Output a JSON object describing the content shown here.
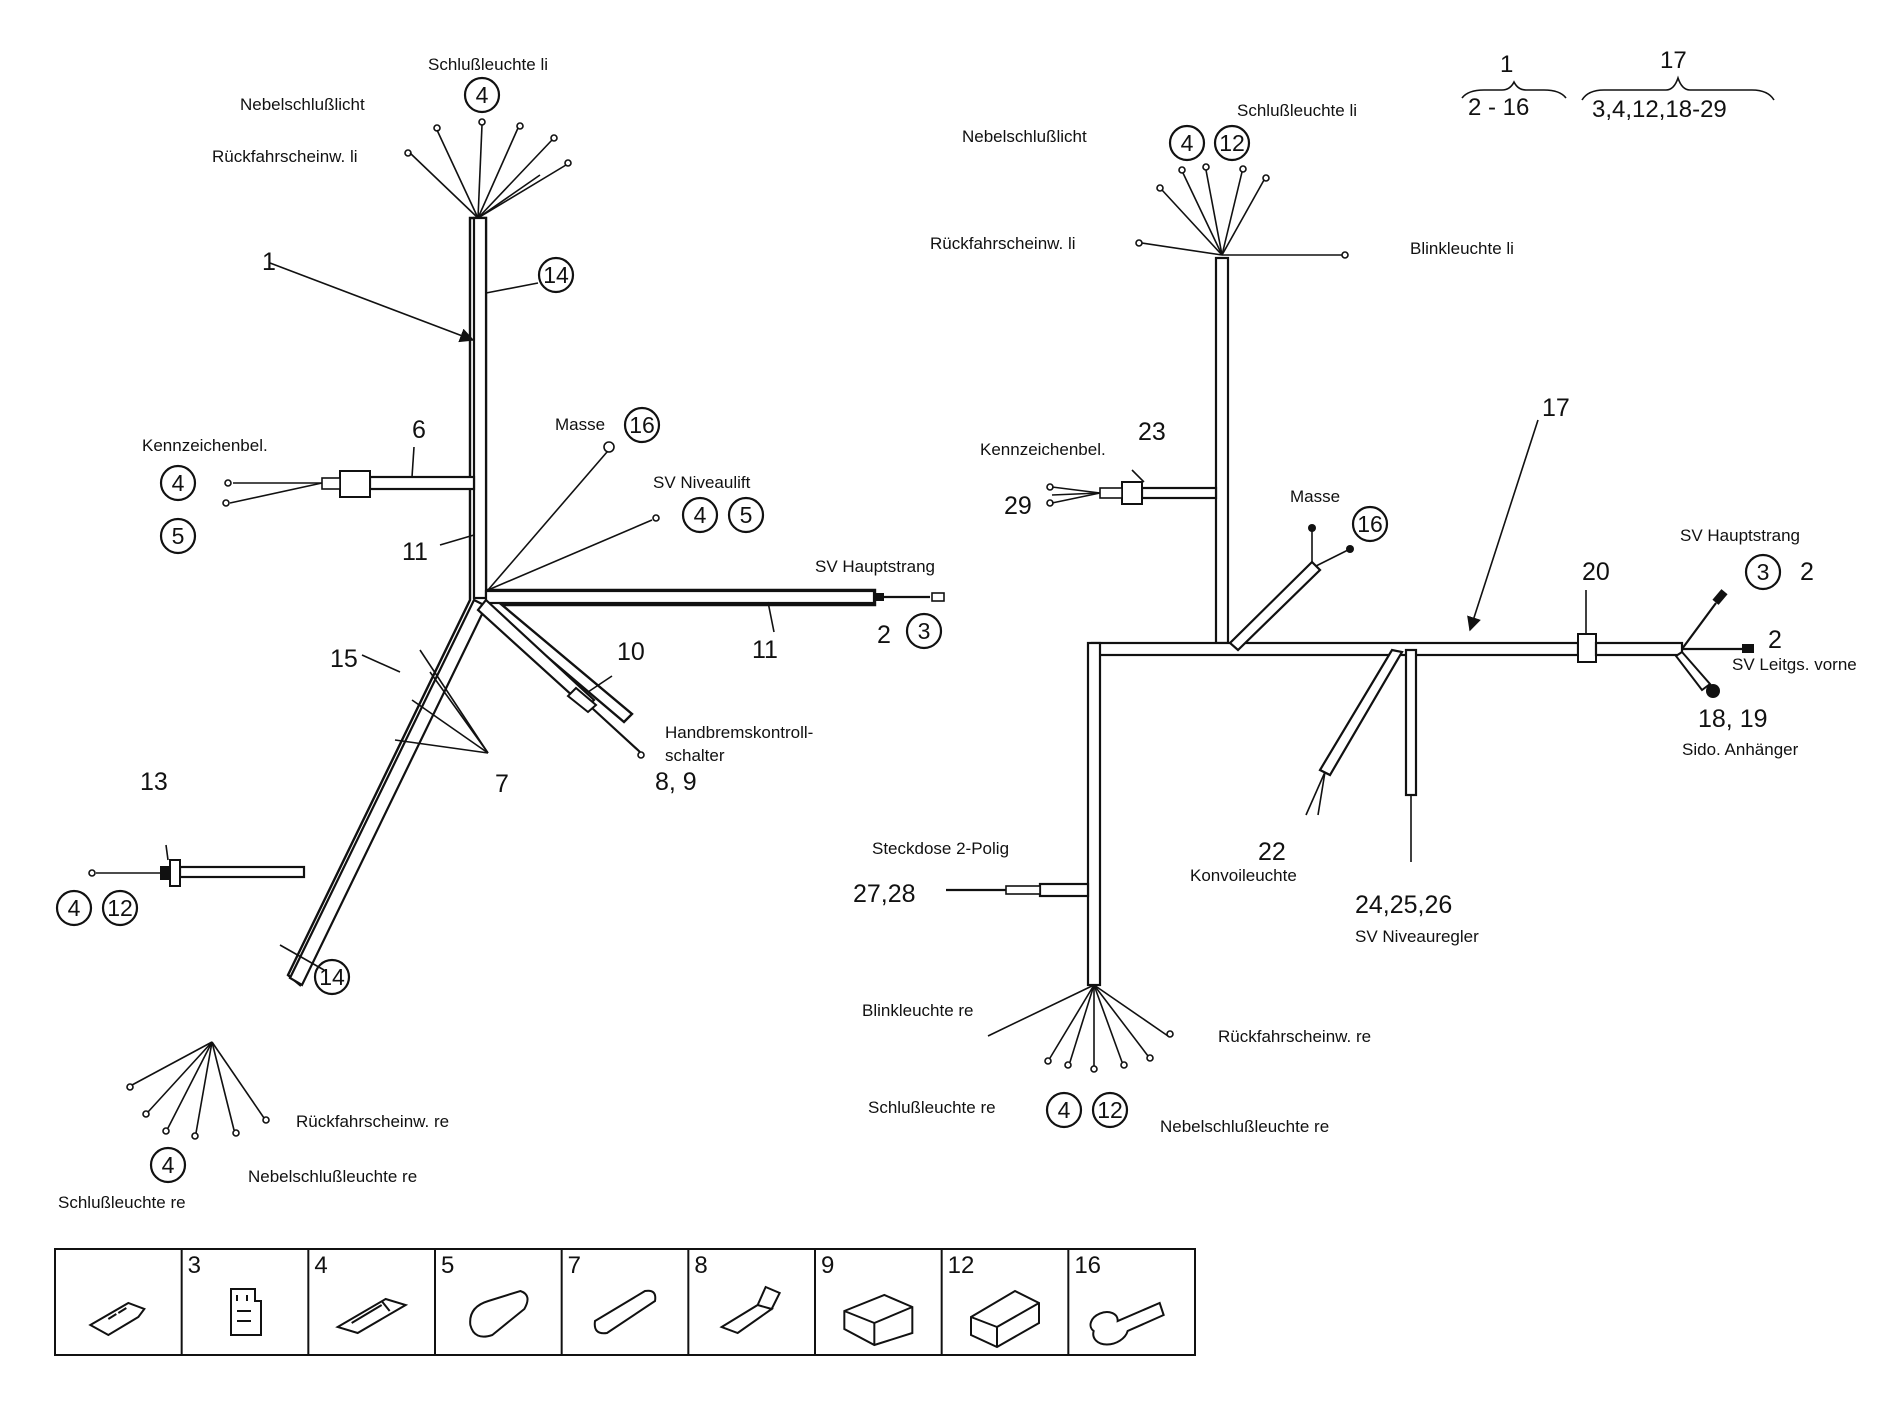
{
  "left": {
    "labels": {
      "schlussleuchte_li": "Schlußleuchte li",
      "nebelschlusslicht": "Nebelschlußlicht",
      "rueckfahrscheinw_li": "Rückfahrscheinw. li",
      "kennzeichenbel": "Kennzeichenbel.",
      "masse": "Masse",
      "sv_niveaulift": "SV Niveaulift",
      "sv_hauptstrang": "SV Hauptstrang",
      "handbrems_1": "Handbremskontroll-",
      "handbrems_2": "schalter",
      "rueckfahrscheinw_re": "Rückfahrscheinw. re",
      "nebelschlussleuchte_re": "Nebelschlußleuchte re",
      "schlussleuchte_re": "Schlußleuchte re"
    },
    "numbers": {
      "n1": "1",
      "n6": "6",
      "n11a": "11",
      "n11b": "11",
      "n10": "10",
      "n15": "15",
      "n7": "7",
      "n13": "13",
      "n2": "2",
      "n89": "8, 9"
    },
    "circled": {
      "c4_top": "4",
      "c14_top": "14",
      "c4_kz": "4",
      "c5_kz": "5",
      "c16": "16",
      "c4_niv": "4",
      "c5_niv": "5",
      "c3_hs": "3",
      "c4_13": "4",
      "c12_13": "12",
      "c14_bot": "14",
      "c4_bot": "4"
    }
  },
  "right": {
    "labels": {
      "schlussleuchte_li": "Schlußleuchte li",
      "nebelschlusslicht": "Nebelschlußlicht",
      "rueckfahrscheinw_li": "Rückfahrscheinw. li",
      "blinkleuchte_li": "Blinkleuchte li",
      "kennzeichenbel": "Kennzeichenbel.",
      "masse": "Masse",
      "sv_hauptstrang": "SV Hauptstrang",
      "sv_leitgs_vorne": "SV Leitgs. vorne",
      "sido_anhaenger": "Sido. Anhänger",
      "steckdose": "Steckdose 2-Polig",
      "konvoileuchte": "Konvoileuchte",
      "sv_niveauregler": "SV Niveauregler",
      "blinkleuchte_re": "Blinkleuchte re",
      "rueckfahrscheinw_re": "Rückfahrscheinw. re",
      "schlussleuchte_re": "Schlußleuchte re",
      "nebelschlussleuchte_re": "Nebelschlußleuchte re"
    },
    "numbers": {
      "n23": "23",
      "n29": "29",
      "n17": "17",
      "n20": "20",
      "n2a": "2",
      "n2b": "2",
      "n1819": "18, 19",
      "n22": "22",
      "n2728": "27,28",
      "n242526": "24,25,26"
    },
    "circled": {
      "c4_top": "4",
      "c12_top": "12",
      "c16": "16",
      "c3": "3",
      "c4_bot": "4",
      "c12_bot": "12"
    }
  },
  "legend": {
    "l1_top": "1",
    "l1_bottom": "2 - 16",
    "l17_top": "17",
    "l17_bottom": "3,4,12,18-29"
  },
  "parts_table": {
    "cells": [
      {
        "num": "",
        "icon": "flat-connector-icon"
      },
      {
        "num": "3",
        "icon": "plug-housing-icon"
      },
      {
        "num": "4",
        "icon": "flat-receptacle-icon"
      },
      {
        "num": "5",
        "icon": "insulation-sleeve-icon"
      },
      {
        "num": "7",
        "icon": "tube-sleeve-icon"
      },
      {
        "num": "8",
        "icon": "flag-receptacle-icon"
      },
      {
        "num": "9",
        "icon": "angled-housing-icon"
      },
      {
        "num": "12",
        "icon": "single-housing-icon"
      },
      {
        "num": "16",
        "icon": "ring-terminal-icon"
      }
    ]
  }
}
